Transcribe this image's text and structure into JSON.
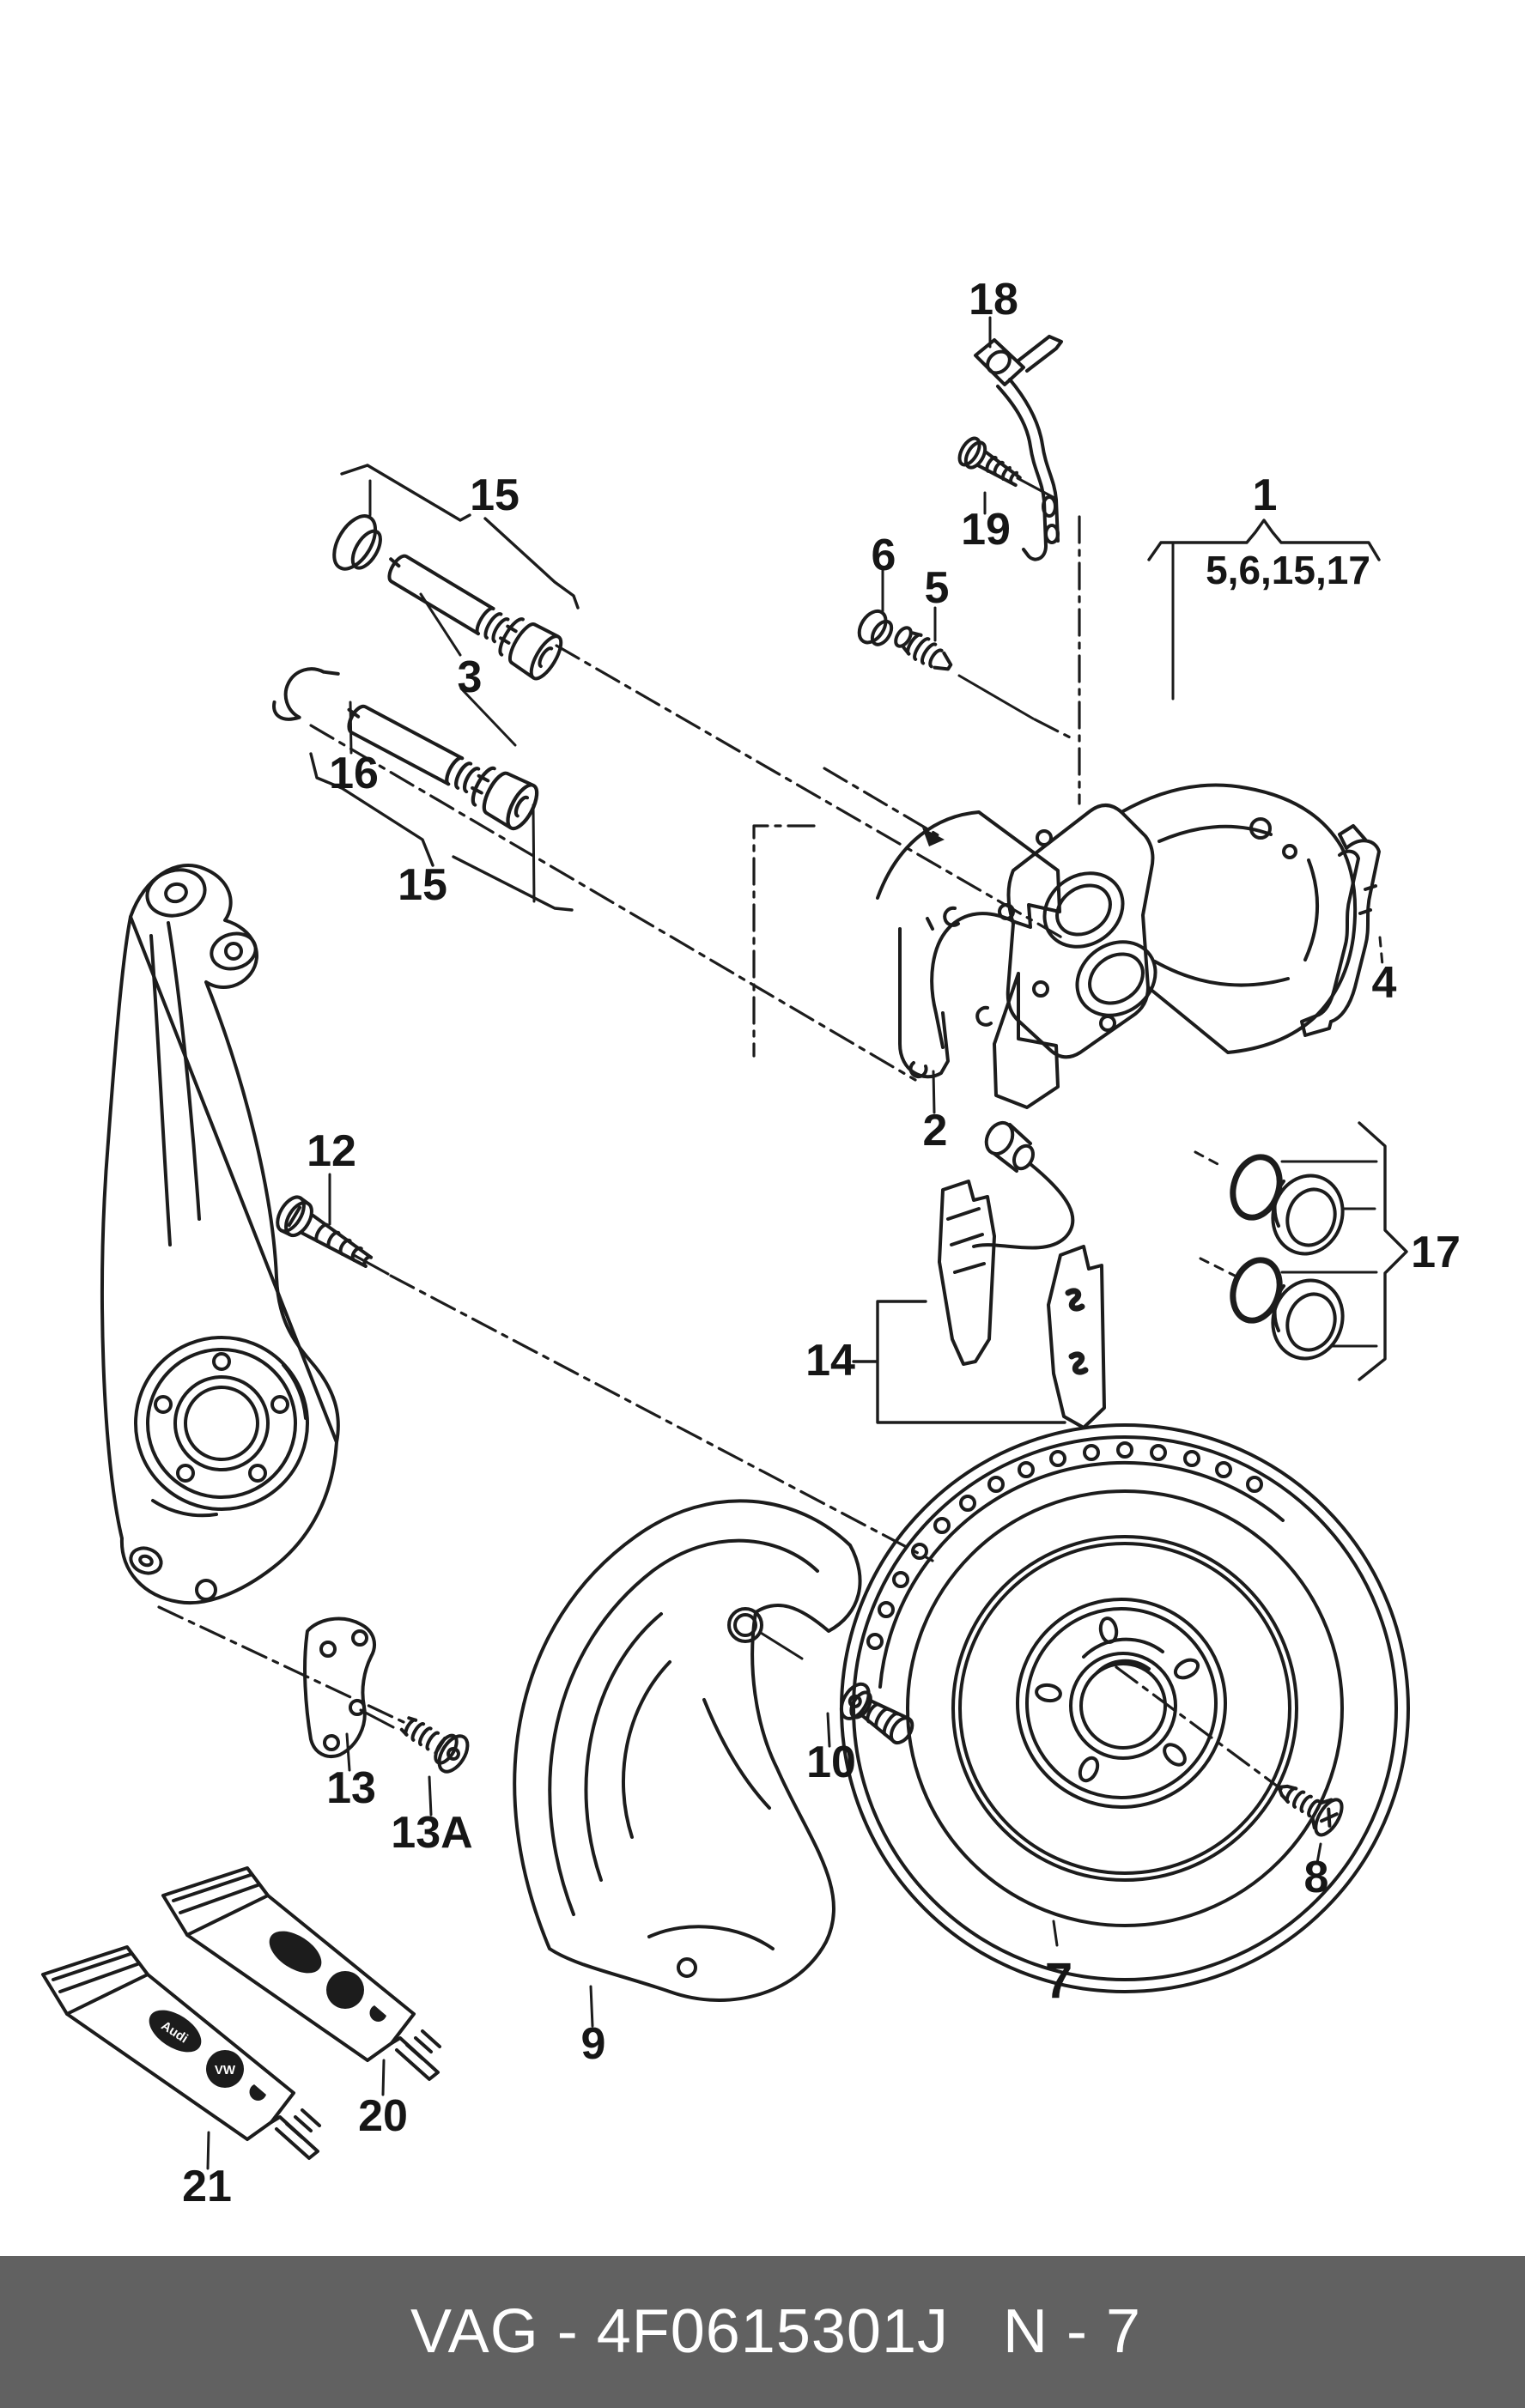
{
  "document": {
    "type": "exploded-parts-diagram",
    "subject": "front brake assembly"
  },
  "callouts": {
    "part1": "1",
    "group1_sub": "5,6,15,17",
    "part2": "2",
    "part3": "3",
    "part4": "4",
    "part5": "5",
    "part6": "6",
    "part7": "7",
    "part8": "8",
    "part9": "9",
    "part10": "10",
    "part12": "12",
    "part13": "13",
    "part13a": "13A",
    "part14": "14",
    "part15_top": "15",
    "part15_bottom": "15",
    "part16": "16",
    "part17": "17",
    "part18": "18",
    "part19": "19",
    "part20": "20",
    "part21": "21"
  },
  "highlight": {
    "selected_part": "7",
    "box_color": "#f69191",
    "text_color": "#8a1212"
  },
  "tube_logos": {
    "audi": "Audi",
    "vw": "VW"
  },
  "footer": {
    "catalog_code": "VAG - 4F0615301J",
    "page_ref": "N - 7",
    "bg_color": "#616161",
    "text_color": "#ffffff"
  },
  "colors": {
    "line": "#1c1c1c",
    "background": "#ffffff"
  }
}
